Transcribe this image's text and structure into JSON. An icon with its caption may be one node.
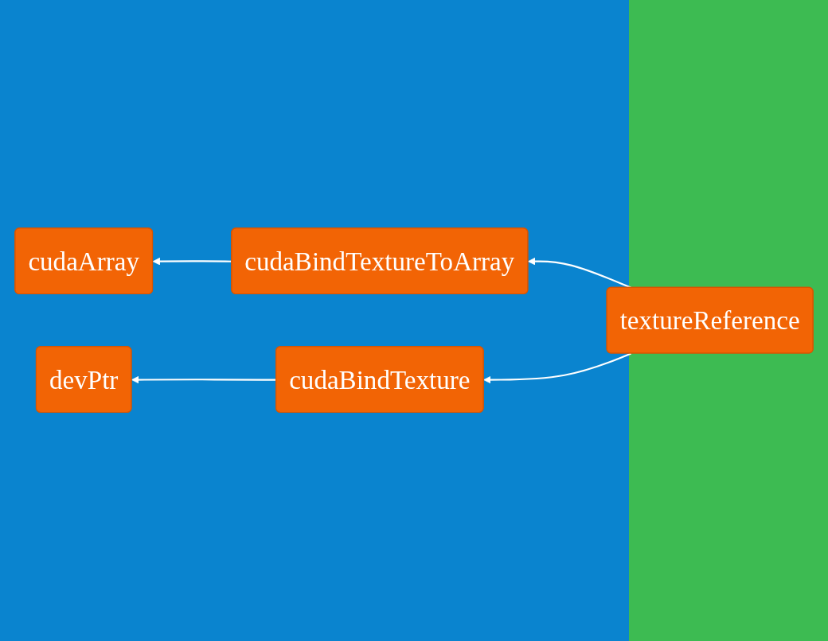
{
  "diagram": {
    "nodes": [
      {
        "text": [
          "cudaArray"
        ]
      },
      {
        "text": [
          "cudaBindTextureToArray"
        ]
      },
      {
        "text": [
          "textureReference"
        ]
      },
      {
        "text": [
          "cudaBindTexture"
        ]
      },
      {
        "text": [
          "devPtr"
        ]
      }
    ],
    "edges": [
      {
        "from": 1,
        "to": 0,
        "arrow": "to"
      },
      {
        "from": 2,
        "to": 1,
        "arrow": "to"
      },
      {
        "from": 2,
        "to": 3,
        "arrow": "to"
      },
      {
        "from": 3,
        "to": 4,
        "arrow": "to"
      }
    ]
  }
}
